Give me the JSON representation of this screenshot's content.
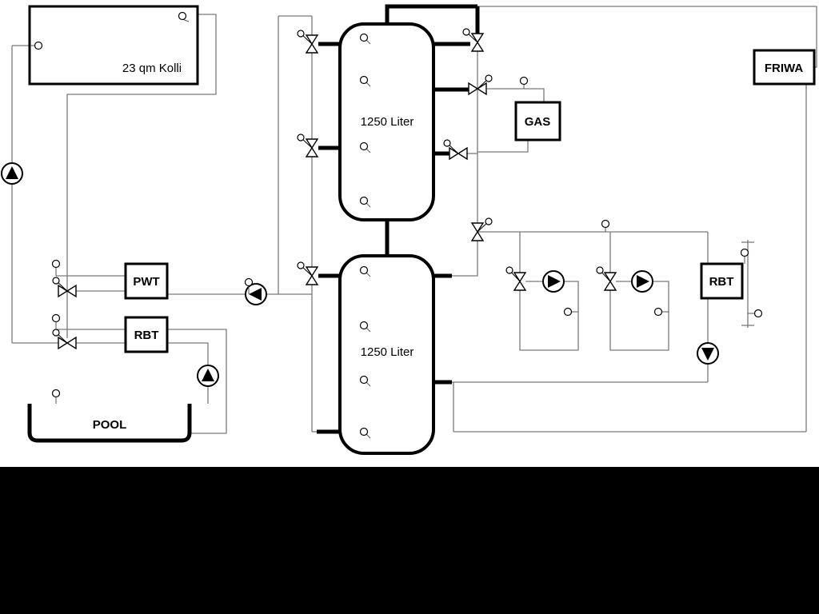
{
  "diagram": {
    "labels": {
      "collector": "23 qm Kolli",
      "tank1": "1250 Liter",
      "tank2": "1250 Liter",
      "pwt": "PWT",
      "rbt_left": "RBT",
      "gas": "GAS",
      "friwa": "FRIWA",
      "rbt_right": "RBT",
      "pool": "POOL"
    },
    "colors": {
      "pipe_thin": "#7a7a7a",
      "pipe_thick": "#000000",
      "component_stroke": "#000000",
      "background": "#ffffff",
      "bottom_band": "#000000"
    },
    "icons": {
      "pump": "circle-with-filled-triangle",
      "three-way-valve": "bowtie-triangles-with-actuator-circle",
      "temperature-sensor": "small-circle-with-stem"
    }
  }
}
